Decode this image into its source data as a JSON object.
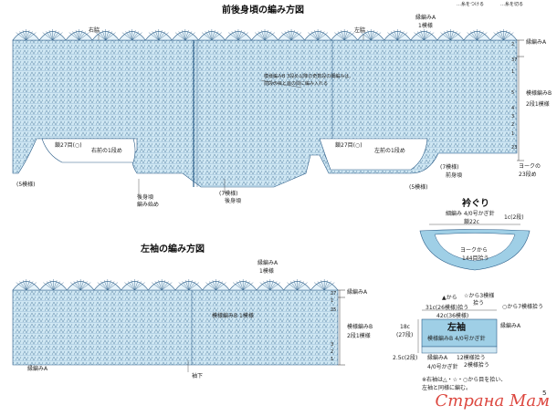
{
  "legend": {
    "items": [
      "…糸をつける",
      "…糸を切る"
    ]
  },
  "body_chart": {
    "title": "前後身頃の編み方図",
    "labels": {
      "right_side": "右脇",
      "left_side": "左脇",
      "pattern_a_1": "縁編みA",
      "pattern_a_1_sub": "1模様",
      "pattern_b_note_line1": "模様編みB 3段め以降の奇数段の細編みは、",
      "pattern_b_note_line2": "前段の目と目の間に編み入れる",
      "bottom_rounds_note": "(5模様)",
      "right_front_start": "右前の1段め",
      "back_start": "後身頃",
      "back_start_2": "編み始め",
      "seven_motifs": "(7模様)",
      "back": "後身頃",
      "front": "前身頃",
      "front_seven": "(7模様)",
      "five_right": "(5模様)",
      "count_27_left": "鎖27目(○)",
      "count_27_right": "鎖27目(○)",
      "left_front": "左前の1段め",
      "yoke_from": "ヨークの",
      "yoke_rows": "23段め"
    },
    "right_axis": {
      "edge_a": "縁編みA",
      "pattern_b": "模様編みB",
      "pattern_b_rows": "2段1模様",
      "rows": [
        "2",
        "37",
        "1",
        "5",
        "4",
        "3",
        "2",
        "1",
        "23"
      ]
    }
  },
  "collar": {
    "title": "衿ぐり",
    "subtitle": "細編み  4/0号かぎ針",
    "width": "鎖22c",
    "right": "1c(2段)",
    "inside_line1": "ヨークから",
    "inside_line2": "144目拾う"
  },
  "sleeve_chart": {
    "title": "左袖の編み方図",
    "labels": {
      "edge_a": "縁編みA",
      "one_motif": "1模様",
      "pattern_b_label": "模様編みB 1模様",
      "bottom_a": "縁編みA",
      "center_bottom": "袖下"
    },
    "right_axis": {
      "edge_a": "縁編みA",
      "pattern_b": "模様編みB",
      "pattern_b_rows": "2段1模様",
      "rows": [
        "27",
        "1",
        "25",
        "3",
        "2",
        "1"
      ]
    }
  },
  "sleeve_schematic": {
    "from_label": "▲から",
    "motifs_pick": "☆から3模様",
    "pick_label": "拾う",
    "top_pick": "31c(26模様)拾う",
    "top_pick_2": "42c(36模様)",
    "right_pick": "○から7模様拾う",
    "title": "左袖",
    "pattern_b": "模様編みB  4/0号かぎ針",
    "edge_a_label": "縁編みA",
    "height": "18c",
    "height_rows": "(27段)",
    "bottom_pick": "12模様拾う",
    "bottom_pick_2": "2模様拾う",
    "edge_a_bottom": "縁編みA",
    "edge_a_bottom_2": "2.5c(2段)",
    "edge_hook": "4/0号かぎ針",
    "note_line1": "※右袖は△・☆・○から目を拾い、",
    "note_line2": "左袖と同様に編む。"
  },
  "page_number": "5",
  "watermark": "Страна Мам",
  "colors": {
    "chart_fill": "#cfe7f3",
    "chart_line": "#2b5d88",
    "schematic_fill": "#9fcfe6",
    "title_blue": "#1a4fa0",
    "watermark": "#d9342b"
  }
}
